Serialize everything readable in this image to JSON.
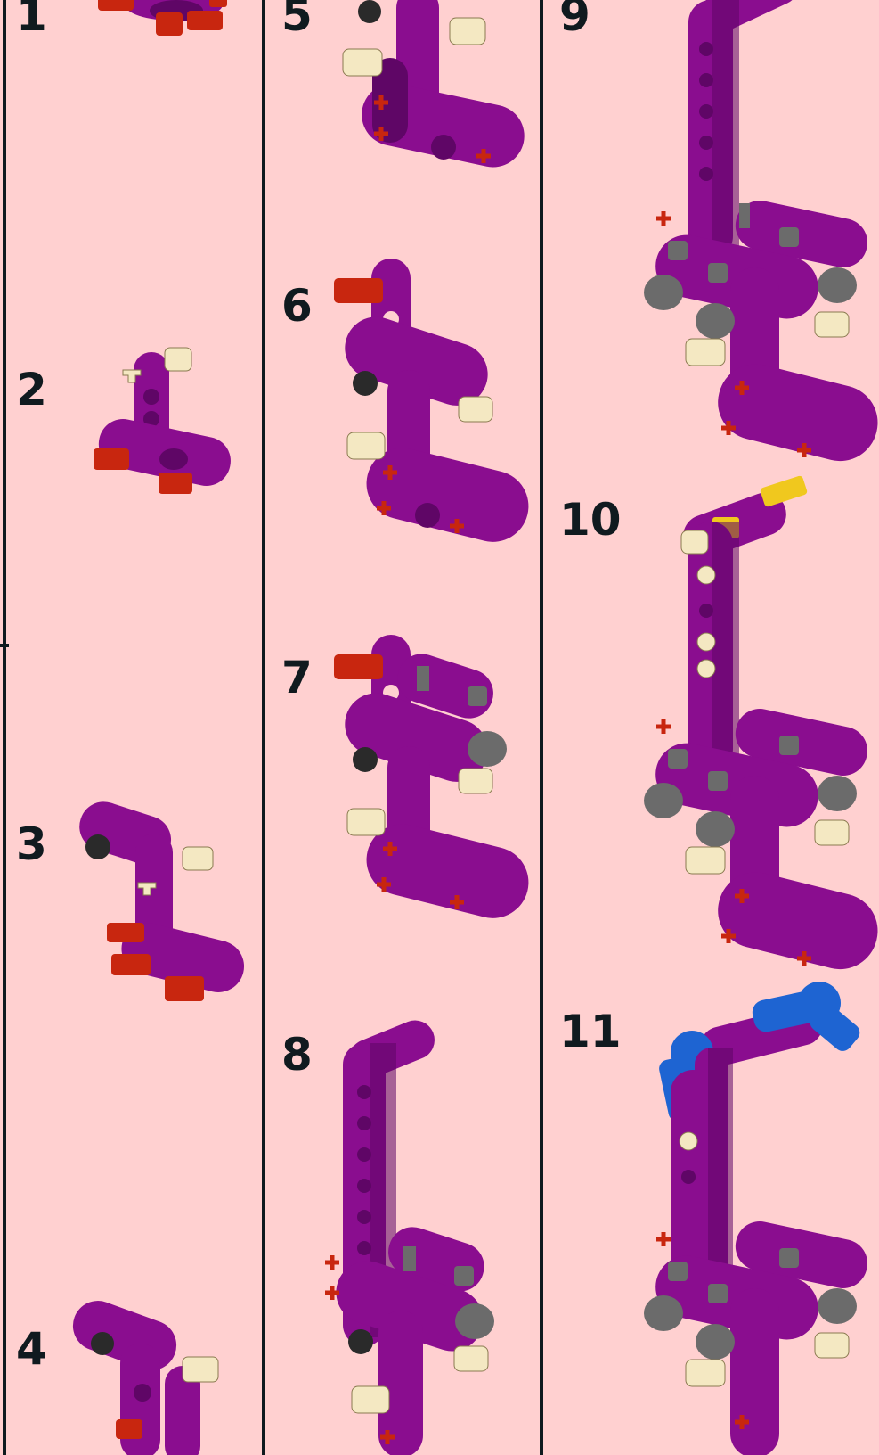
{
  "steps": [
    {
      "number": "1"
    },
    {
      "number": "2"
    },
    {
      "number": "3"
    },
    {
      "number": "4"
    },
    {
      "number": "5"
    },
    {
      "number": "6"
    },
    {
      "number": "7"
    },
    {
      "number": "8"
    },
    {
      "number": "9"
    },
    {
      "number": "10"
    },
    {
      "number": "11"
    }
  ],
  "colors": {
    "background": "#ffd0d0",
    "divider": "#0f1a1f",
    "beam_purple": "#8a0d8f",
    "beam_purple_dark": "#5f0666",
    "pin_red": "#c8260f",
    "pin_tan": "#f4e8c2",
    "pin_black": "#2a2a2a",
    "connector_grey": "#6b6b6b",
    "axle_yellow": "#f0c81e",
    "connector_blue": "#1e64d2"
  }
}
